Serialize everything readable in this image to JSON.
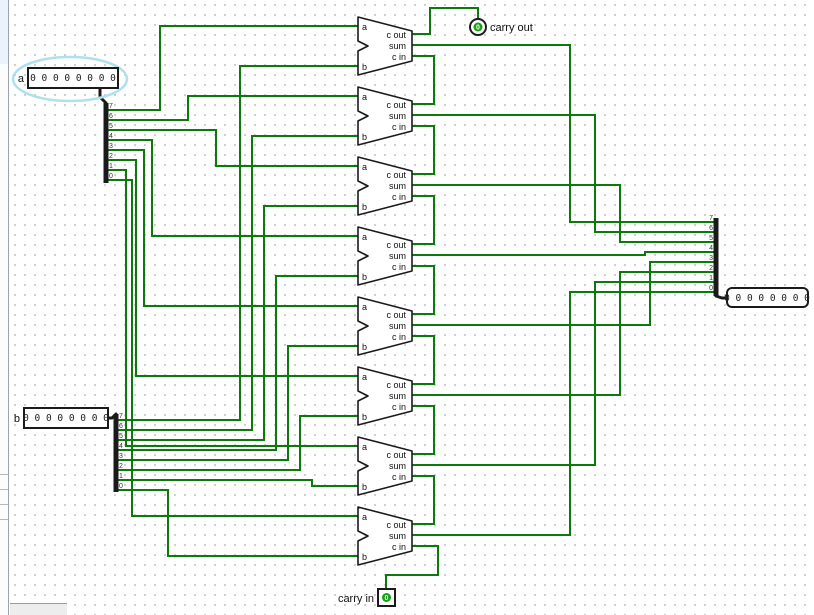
{
  "colors": {
    "wire": "#0b7a0b",
    "bus": "#1a1a1a",
    "grid": "#c6c6c6",
    "selection": "#aee0ee",
    "value": "#222222",
    "pin_fill": "#17a017"
  },
  "pins": {
    "a": {
      "label": "a",
      "value": "0 0 0 0 0 0 0 0"
    },
    "b": {
      "label": "b",
      "value": "0 0 0 0 0 0 0 0"
    },
    "sum": {
      "value": "0 0 0 0 0 0 0 0"
    },
    "carry_out": {
      "label": "carry out",
      "value": "0"
    },
    "carry_in": {
      "label": "carry in",
      "value": "0"
    }
  },
  "adder_labels": {
    "a": "a",
    "b": "b",
    "c_out": "c out",
    "sum": "sum",
    "c_in": "c in"
  },
  "bit_labels": [
    "7",
    "6",
    "5",
    "4",
    "3",
    "2",
    "1",
    "0"
  ]
}
